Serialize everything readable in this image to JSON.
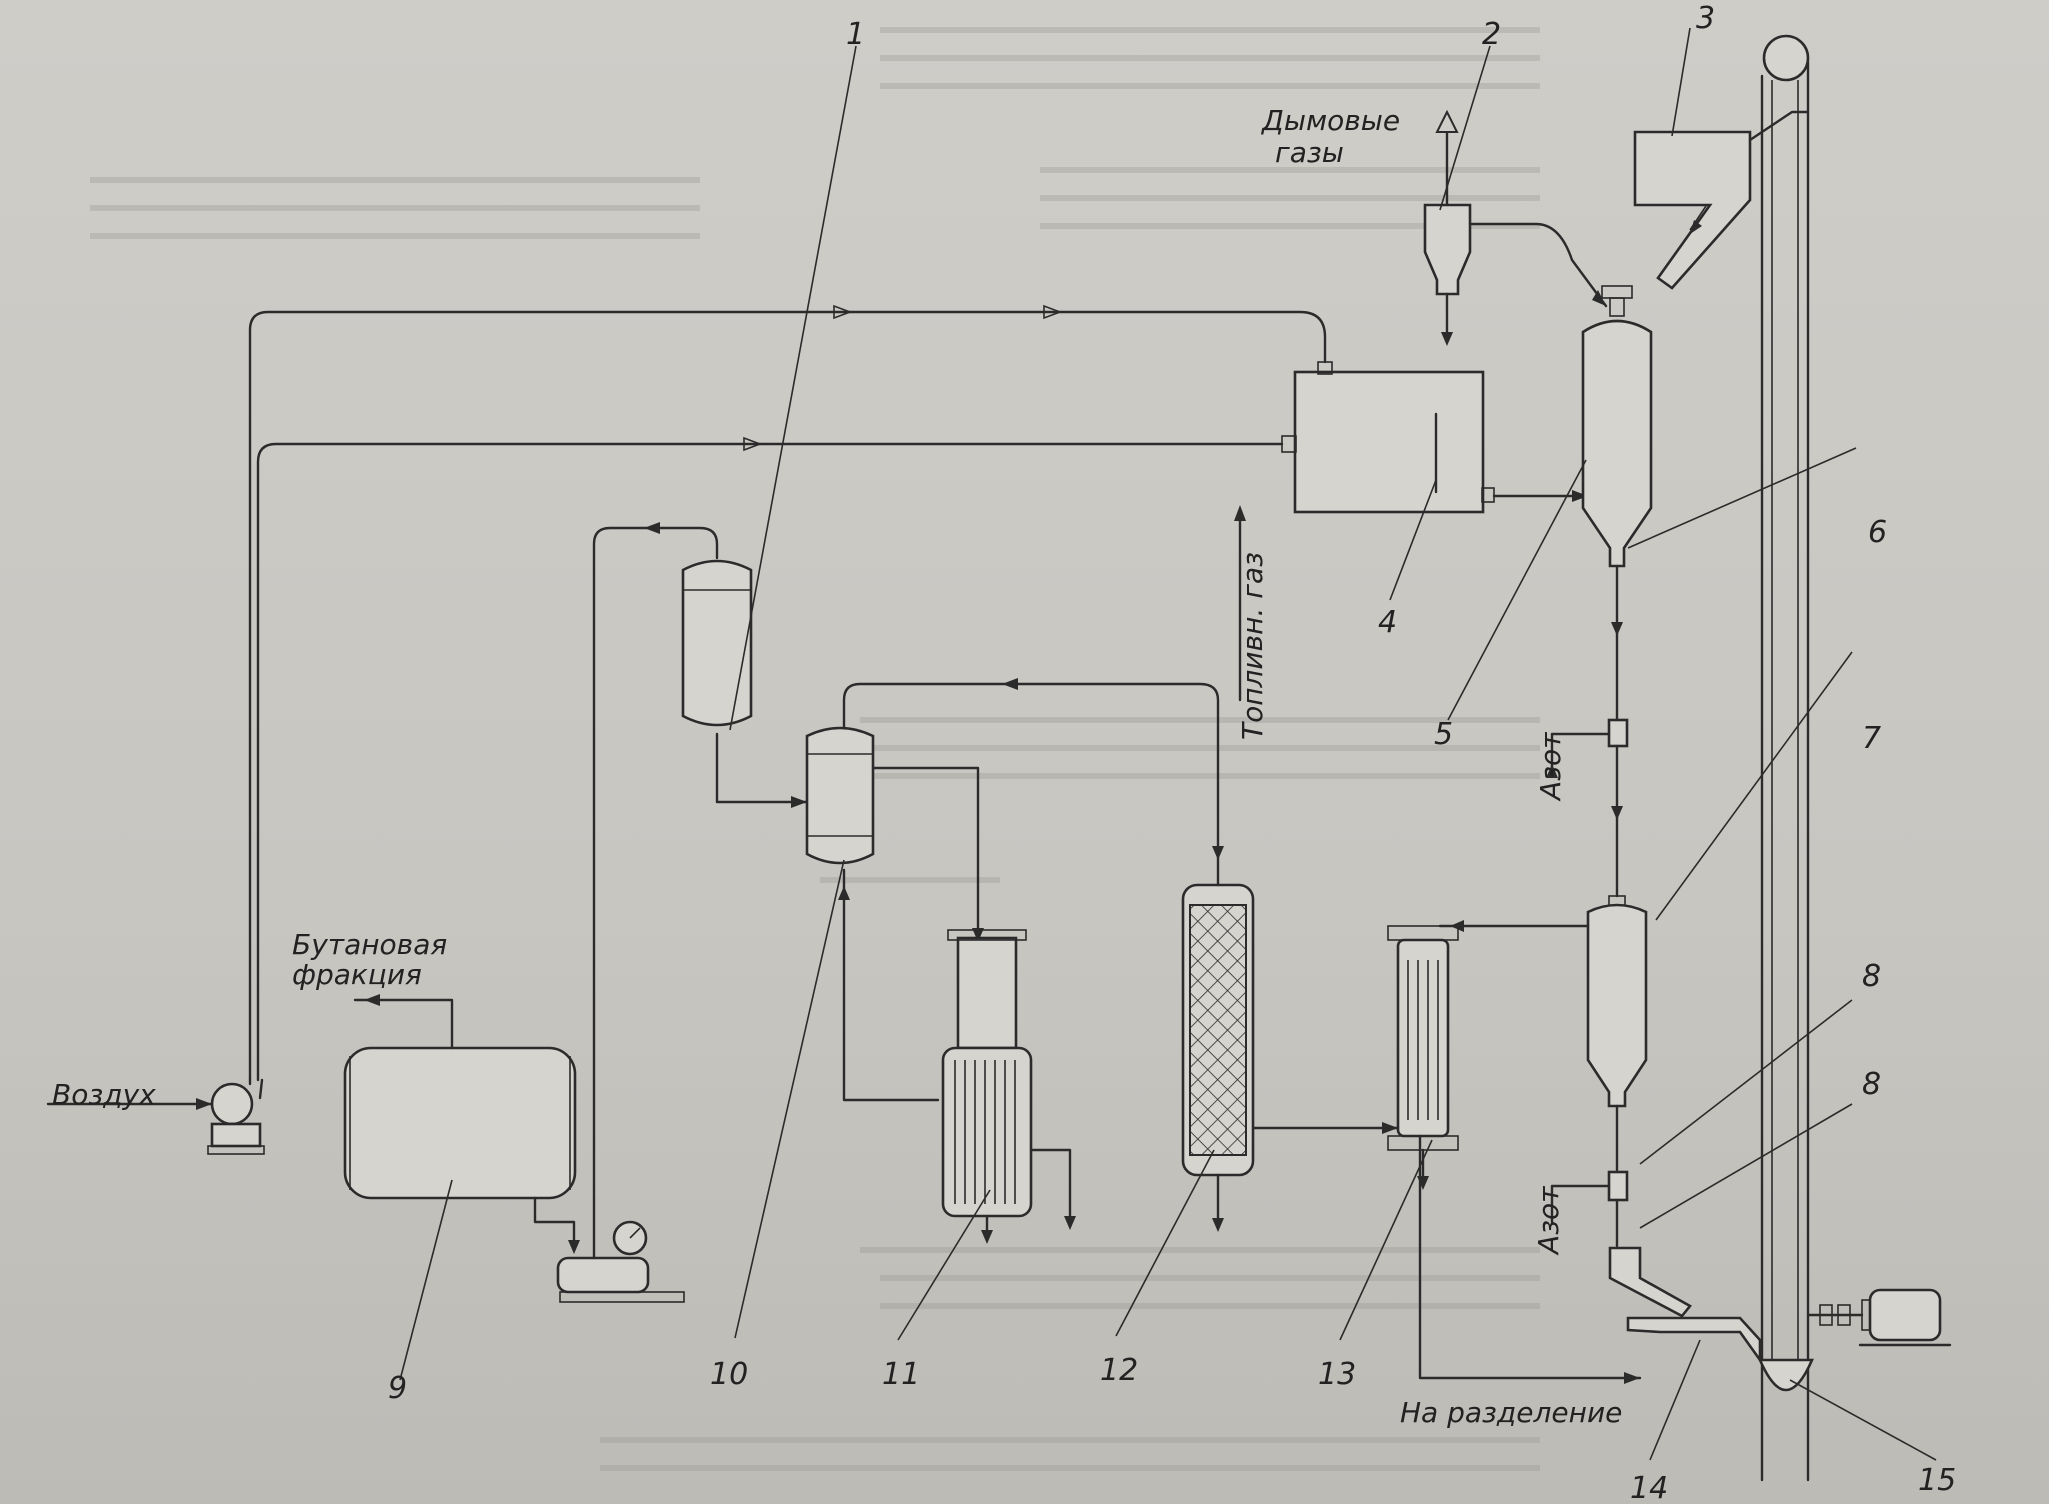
{
  "labels": {
    "flue_gases": "Дымовые газы",
    "fuel_gas": "Топливн. газ",
    "nitrogen_top": "Азот",
    "nitrogen_bottom": "Азот",
    "butane_fraction_1": "Бутановая",
    "butane_fraction_2": "фракция",
    "air": "Воздух",
    "to_separation": "На разделение"
  },
  "callouts": [
    "1",
    "2",
    "3",
    "4",
    "5",
    "6",
    "7",
    "8",
    "8",
    "9",
    "10",
    "11",
    "12",
    "13",
    "14",
    "15"
  ],
  "colors": {
    "ink": "#2b2b2b",
    "paper": "#cfcdc8"
  }
}
